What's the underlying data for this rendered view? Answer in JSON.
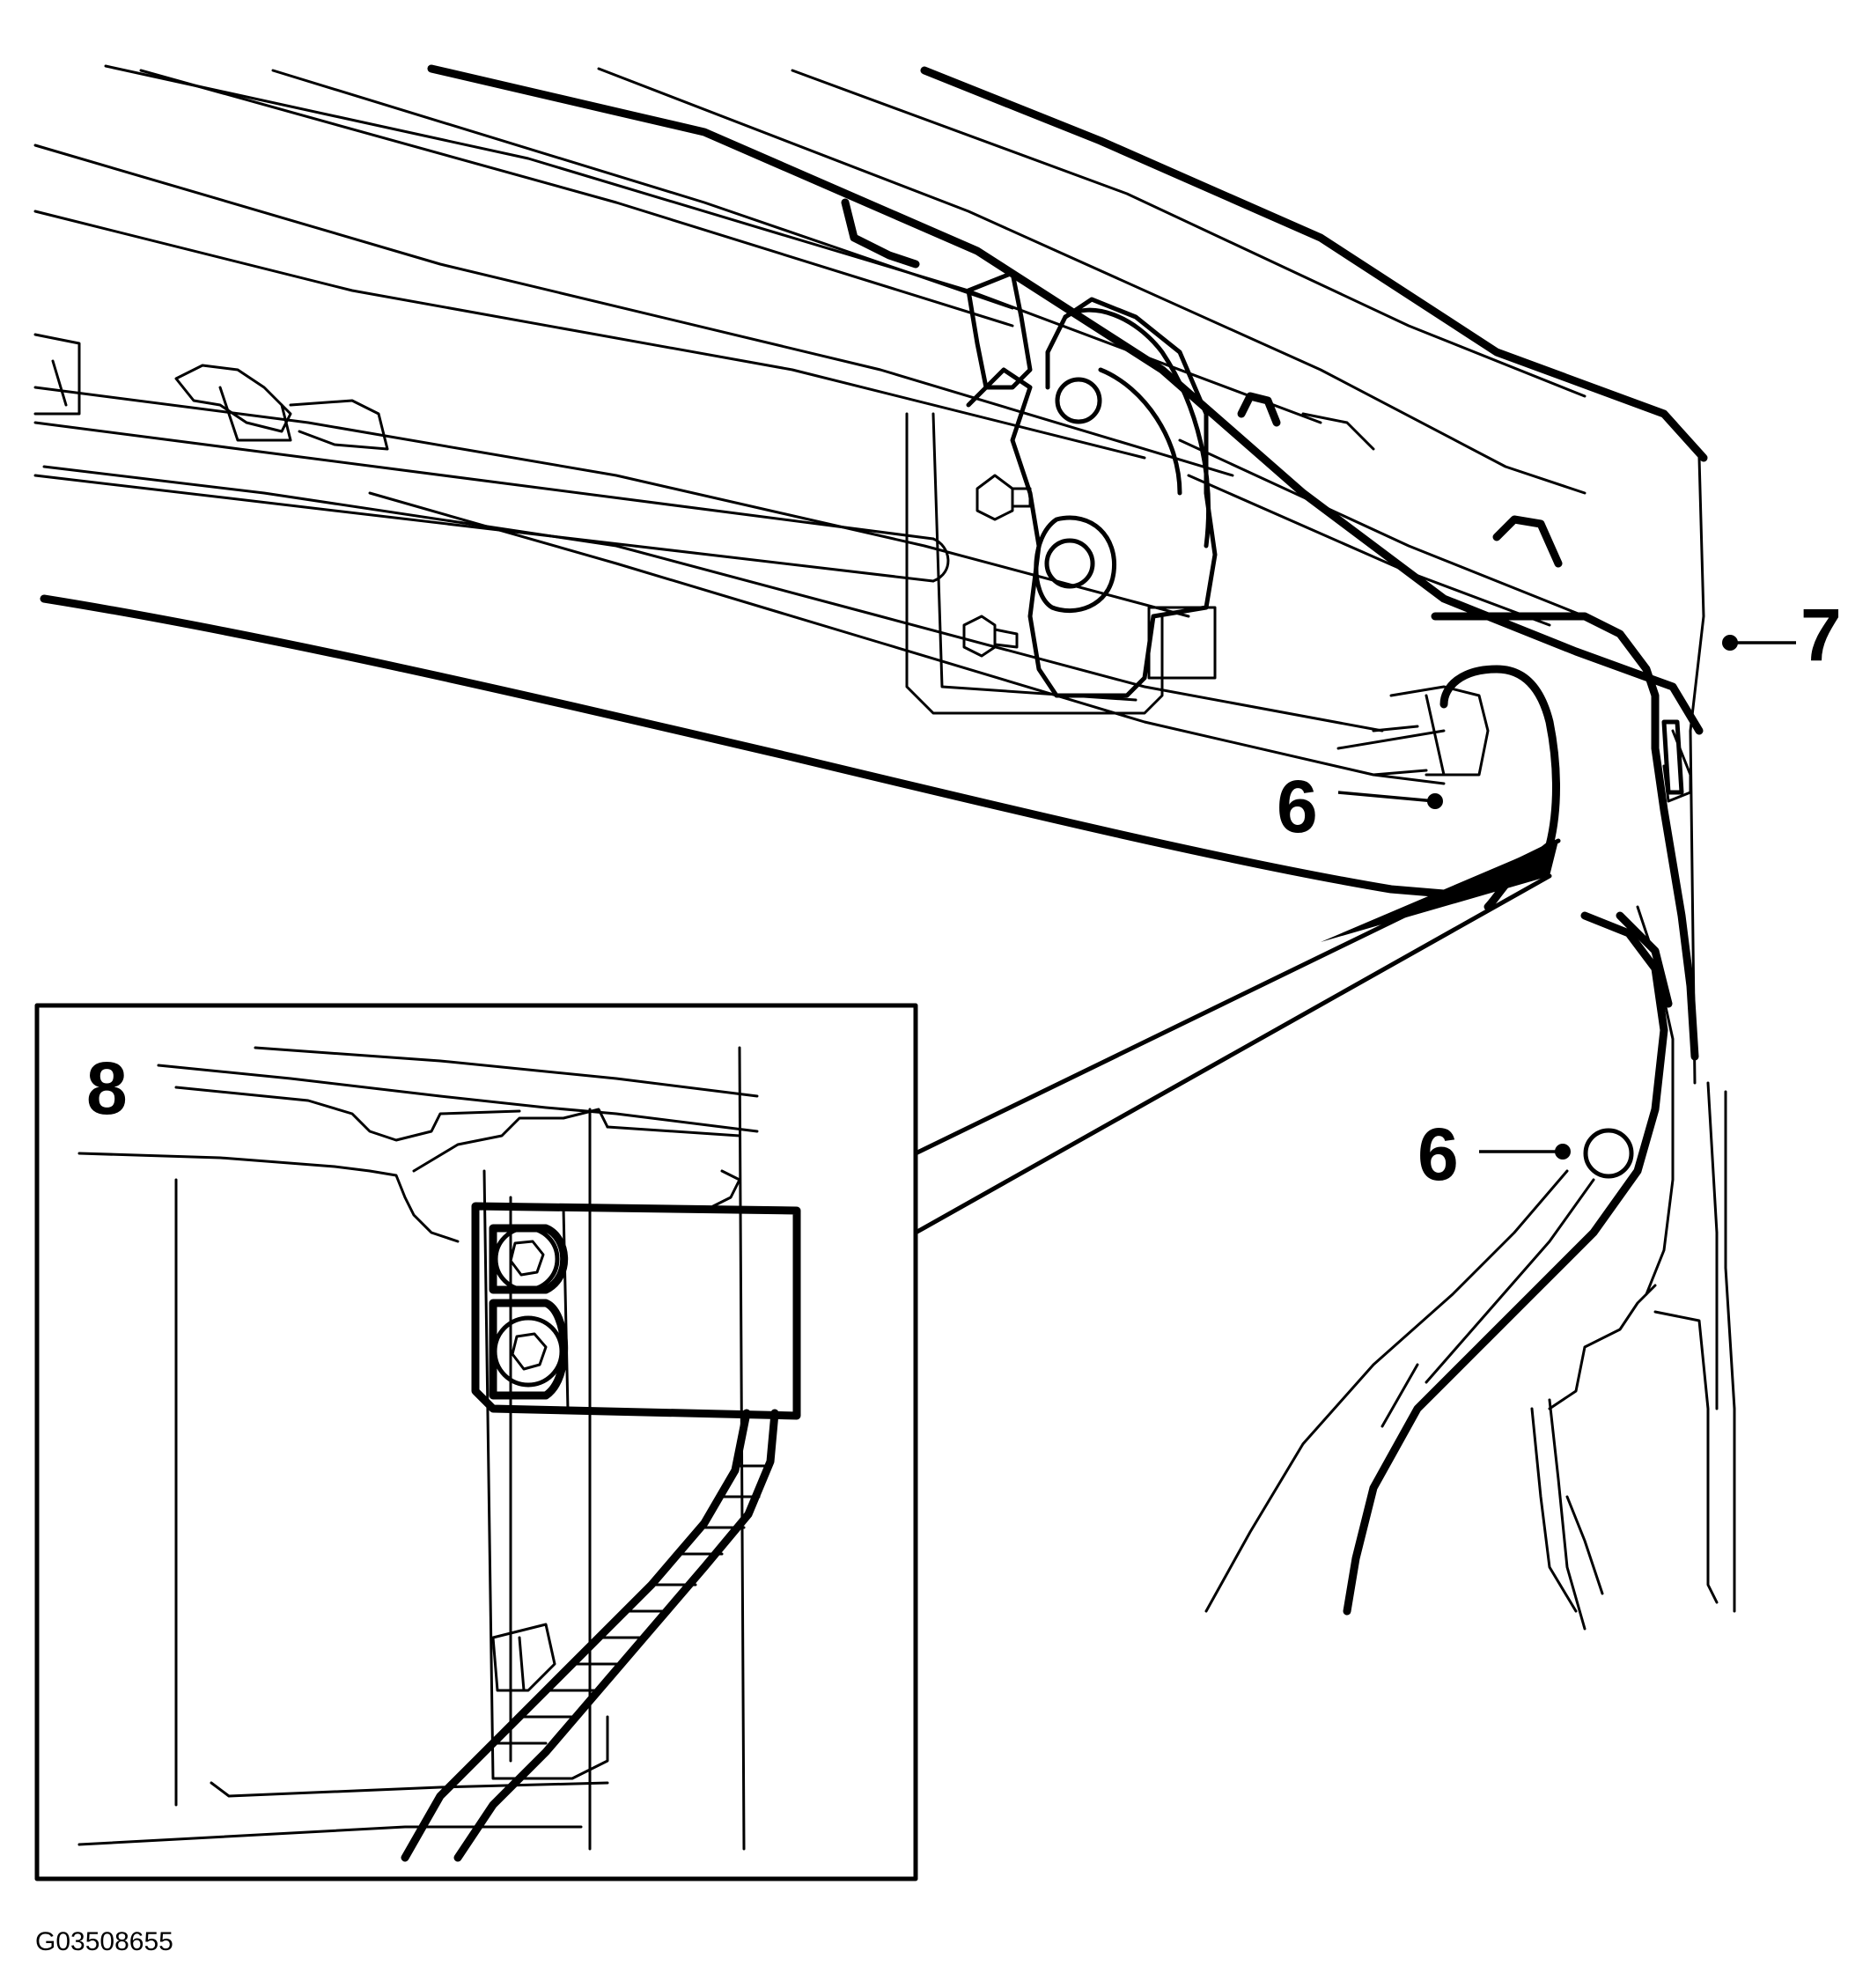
{
  "callouts": {
    "c6_upper": "6",
    "c6_lower": "6",
    "c7": "7",
    "c8": "8"
  },
  "figure_id": "G03508655"
}
